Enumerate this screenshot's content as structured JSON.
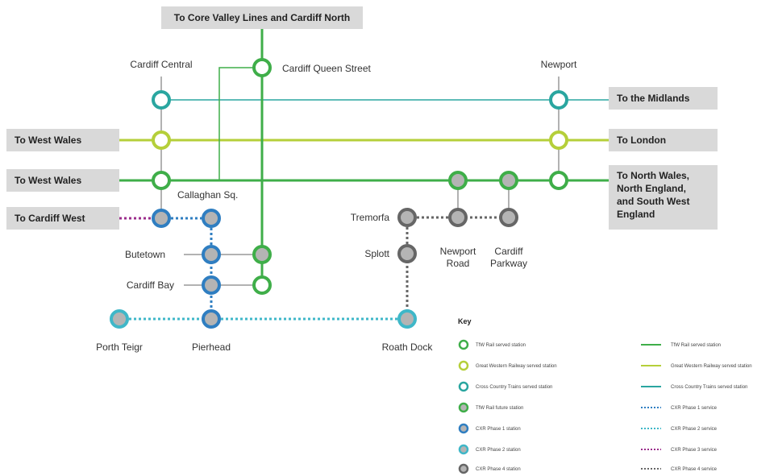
{
  "colors": {
    "tfw": "#3fae49",
    "gwr": "#b5cf3a",
    "xc": "#2aa6a0",
    "phase1": "#2f7ec1",
    "phase2": "#3fb7c8",
    "phase3": "#9b2c8b",
    "phase4": "#666666",
    "station_fill_future": "#b4b4b4",
    "box_bg": "#d9d9d9"
  },
  "destinations": {
    "core_valley": "To Core Valley Lines and Cardiff North",
    "midlands": "To the Midlands",
    "london": "To London",
    "north_wales_1": "To North Wales,",
    "north_wales_2": "North England,",
    "north_wales_3": "and South West",
    "north_wales_4": "England",
    "west_wales_1": "To West Wales",
    "west_wales_2": "To West Wales",
    "cardiff_west": "To Cardiff West"
  },
  "stations": {
    "cardiff_central": "Cardiff Central",
    "cardiff_queen_street": "Cardiff Queen Street",
    "newport": "Newport",
    "callaghan_sq": "Callaghan Sq.",
    "butetown": "Butetown",
    "cardiff_bay": "Cardiff Bay",
    "porth_teigr": "Porth Teigr",
    "pierhead": "Pierhead",
    "tremorfa": "Tremorfa",
    "splott": "Splott",
    "newport_road_1": "Newport",
    "newport_road_2": "Road",
    "cardiff_parkway_1": "Cardiff",
    "cardiff_parkway_2": "Parkway",
    "roath_dock": "Roath Dock"
  },
  "key": {
    "title": "Key",
    "stations": [
      {
        "label": "TfW Rail served station"
      },
      {
        "label": "Great Western Railway served station"
      },
      {
        "label": "Cross Country Trains served station"
      },
      {
        "label": "TfW Rail future station"
      },
      {
        "label": "CXR Phase 1 station"
      },
      {
        "label": "CXR Phase 2 station"
      },
      {
        "label": "CXR Phase 4 station"
      }
    ],
    "lines": [
      {
        "label": "TfW Rail served station"
      },
      {
        "label": "Great Western Railway served station"
      },
      {
        "label": "Cross Country Trains served station"
      },
      {
        "label": "CXR Phase 1 service"
      },
      {
        "label": "CXR Phase 2 service"
      },
      {
        "label": "CXR Phase 3 service"
      },
      {
        "label": "CXR Phase 4 service"
      }
    ]
  }
}
